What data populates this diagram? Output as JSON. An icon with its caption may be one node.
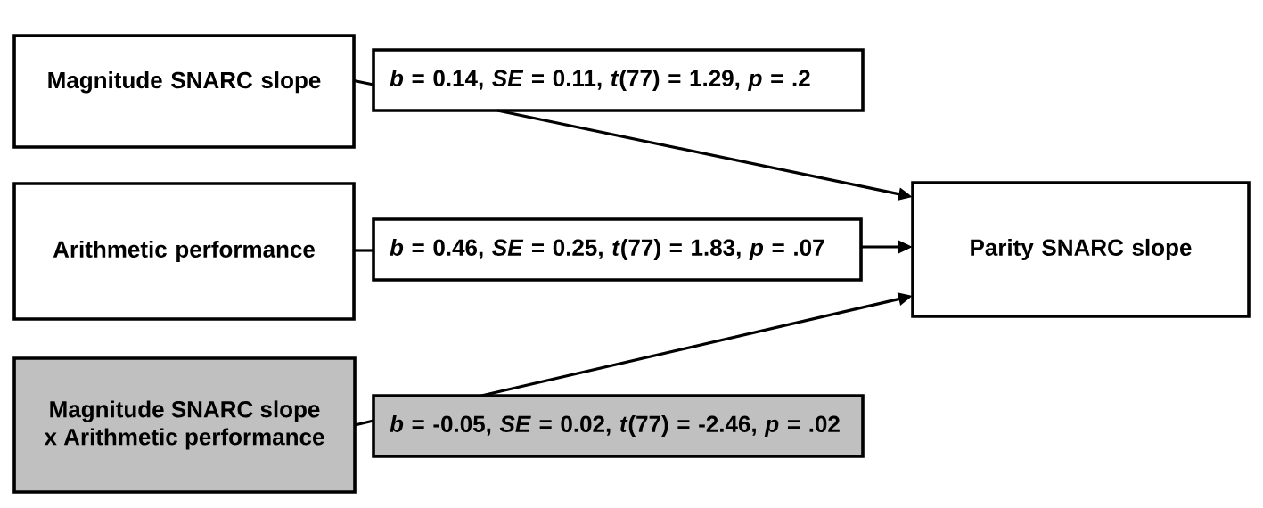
{
  "diagram": {
    "nodes": [
      {
        "text": [
          "Magnitude SNARC slope"
        ]
      },
      {
        "text": [
          "*b* = 0.14, *SE* = 0.11, *t*(77) = 1.29, *p* = .2"
        ]
      },
      {
        "text": [
          "Arithmetic performance"
        ]
      },
      {
        "text": [
          "*b* = 0.46, *SE* = 0.25, *t*(77) = 1.83, *p* = .07"
        ]
      },
      {
        "text": [
          "Parity SNARC slope"
        ]
      },
      {
        "text": [
          "Magnitude SNARC slope x Arithmetic performance"
        ]
      },
      {
        "text": [
          "*b* = -0.05, *SE* = 0.02, *t*(77) = -2.46, *p* = .02"
        ]
      }
    ],
    "edges": [
      {
        "from": 0,
        "to": 1,
        "arrow": "none"
      },
      {
        "from": 1,
        "to": 4,
        "arrow": "to"
      },
      {
        "from": 2,
        "to": 3,
        "arrow": "none"
      },
      {
        "from": 3,
        "to": 4,
        "arrow": "to"
      },
      {
        "from": 5,
        "to": 6,
        "arrow": "none"
      },
      {
        "from": 6,
        "to": 4,
        "arrow": "to"
      }
    ]
  }
}
